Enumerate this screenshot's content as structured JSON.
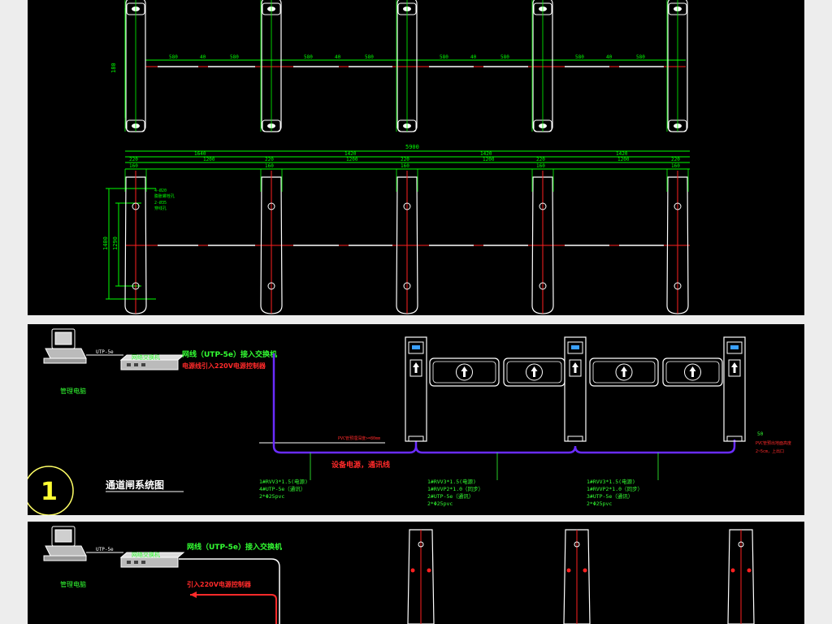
{
  "colors": {
    "background": "#000000",
    "frame": "#ededed",
    "dimension": "#00ff00",
    "gate_outline": "#ffffff",
    "center_line": "#ff2020",
    "cable": "#6a2cff",
    "annotation_green": "#33ff33",
    "annotation_red": "#ff2a2a",
    "label_yellow": "#ffff33",
    "marker": "#ffff66"
  },
  "top_view": {
    "height_dim": "180",
    "dims_row": [
      "580",
      "40",
      "580",
      "580",
      "40",
      "580",
      "580",
      "40",
      "580",
      "580",
      "40",
      "580"
    ]
  },
  "side_view": {
    "total": "5900",
    "spans": [
      "1640",
      "1420",
      "1420",
      "1420"
    ],
    "sub_widths": [
      "1200",
      "1200",
      "1200",
      "1200"
    ],
    "post_top": [
      "220",
      "220",
      "220",
      "220",
      "220"
    ],
    "post_inner": [
      "160",
      "160",
      "160",
      "160",
      "160"
    ],
    "left_height_outer": "1400",
    "left_height_inner": "1290",
    "hole_note_1": "4-Ø20",
    "hole_note_2": "膨胀螺栓孔",
    "hole_note_3": "2-Ø35",
    "hole_note_4": "穿线孔"
  },
  "system": {
    "computer_label": "管理电脑",
    "cable_label_short": "UTP-5e",
    "switch_label": "网络交换机",
    "network_note": "网线（UTP-5e）接入交换机",
    "power_note": "电源线引入220V电源控制器",
    "conduit_note": "PVC管预埋深度>=80mm",
    "equipment_note": "设备电源，通讯线",
    "right_note": "PVC管预出地面高度",
    "right_note_2": "2~5cm，上出口",
    "right_code": "50",
    "title": "通道闸系统图",
    "number": "1",
    "cable_group_1": [
      "1#RVV3*1.5(电源)",
      "4#UTP-5e（通讯）",
      "2*Φ25pvc"
    ],
    "cable_group_2": [
      "1#RVV3*1.5(电源)",
      "1#RVVP2*1.0（同步）",
      "2#UTP-5e（通讯）",
      "2*Φ25pvc"
    ],
    "cable_group_3": [
      "1#RVV3*1.5(电源)",
      "1#RVVP2*1.0（同步）",
      "3#UTP-5e（通讯）",
      "2*Φ25pvc"
    ]
  },
  "bottom": {
    "computer_label": "管理电脑",
    "cable_label_short": "UTP-5e",
    "switch_label": "网络交换机",
    "network_note": "网线（UTP-5e）接入交换机",
    "power_note": "引入220V电源控制器"
  }
}
